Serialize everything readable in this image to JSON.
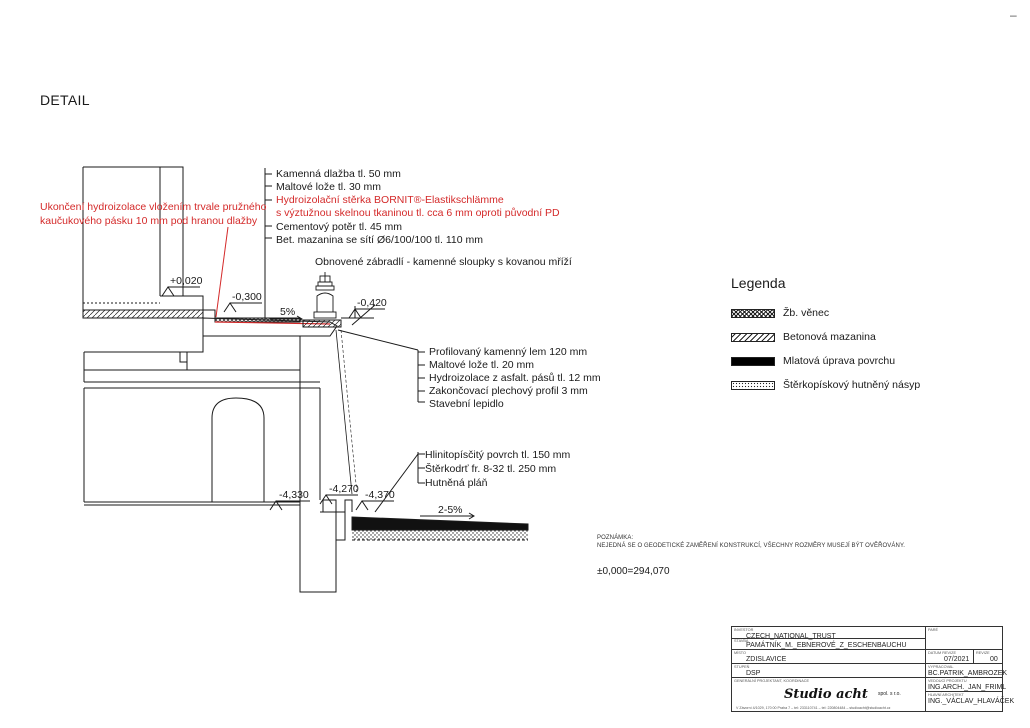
{
  "page": {
    "title": "DETAIL",
    "corner_mark": "–"
  },
  "annotations": {
    "left_note": {
      "line1": "Ukončení hydroizolace vložením trvale pružného",
      "line2": "kaučukového pásku 10 mm pod hranou dlažby"
    },
    "top_layers": [
      {
        "text": "Kamenná dlažba tl. 50 mm",
        "red": false
      },
      {
        "text": "Maltové lože tl. 30 mm",
        "red": false
      },
      {
        "text": "Hydroizolační stěrka BORNIT®-Elastikschlämme",
        "red": true
      },
      {
        "text": " s výztužnou skelnou tkaninou tl. cca 6 mm oproti původní PD",
        "red": true
      },
      {
        "text": "Cementový potěr tl. 45 mm",
        "red": false
      },
      {
        "text": "Bet. mazanina se sítí Ø6/100/100 tl. 110 mm",
        "red": false
      }
    ],
    "railing": "Obnovené zábradlí - kamenné sloupky s kovanou mříží",
    "profile_layers": [
      "Profilovaný kamenný lem 120 mm",
      "Maltové lože tl. 20 mm",
      "Hydroizolace z asfalt. pásů tl. 12 mm",
      "Zakončovací plechový profil 3 mm",
      "Stavební lepidlo"
    ],
    "ground_layers": [
      "Hlinitopísčitý povrch tl. 150 mm",
      "Štěrkodrť fr. 8-32 tl. 250 mm",
      "Hutněná pláň"
    ],
    "levels": {
      "upper_floor": "+0,020",
      "terrace_edge": "-0,300",
      "terrace_outer": "-0,420",
      "lower_floor": "-4,330",
      "footing": "-4,270",
      "ground": "-4,370"
    },
    "slopes": {
      "terrace": "5%",
      "ground": "2-5%"
    }
  },
  "legend": {
    "title": "Legenda",
    "items": [
      {
        "label": "Žb. věnec",
        "pattern": "crosshatch"
      },
      {
        "label": "Betonová mazanina",
        "pattern": "diagonal"
      },
      {
        "label": "Mlatová úprava povrchu",
        "pattern": "solid"
      },
      {
        "label": "Štěrkopískový hutněný násyp",
        "pattern": "dots"
      }
    ]
  },
  "notes": {
    "heading": "POZNÁMKA:",
    "body": "NEJEDNÁ SE O GEODETICKÉ ZAMĚŘENÍ KONSTRUKCÍ, VŠECHNY ROZMĚRY MUSEJÍ BÝT OVĚŘOVÁNY.",
    "datum": "±0,000=294,070"
  },
  "title_block": {
    "investor_label": "INVESTOR",
    "investor": "CZECH_NATIONAL_TRUST",
    "building_label": "STAVBA",
    "building": "PAMÁTNÍK_M._EBNEROVÉ_Z_ESCHENBAUCHU",
    "site_label": "MÍSTO",
    "site": "ZDISLAVICE",
    "date_label": "DATUM REVIZE",
    "date": "07/2021",
    "revision_label": "REVIZE",
    "revision": "00",
    "stage_label": "STUPEŇ",
    "stage": "DSP",
    "drawn_label": "VYPRACOVAL",
    "drawn_by": "BC.PATRIK_AMBROZEK",
    "coordinator_label": "GENERÁLNÍ PROJEKTANT, KOORDINACE",
    "lead_label": "VEDOUCÍ PROJEKTU",
    "lead": "ING.ARCH._JAN_FRIML",
    "chief_label": "HLAVNÍ ARCHITEKT",
    "chief": "ING._VÁCLAV_HLAVÁČEK",
    "part_label": "PARÉ",
    "company_suffix": "spol. s r.o.",
    "address": "V Závorní 4/1029, 170 00 Praha 7  –  tel: 233110741  –  tel: 220804484  –  studioacht@studioacht.cz",
    "logo_text": "Studio acht"
  },
  "colors": {
    "red": "#d42a2a",
    "line": "#1a1a1a"
  }
}
